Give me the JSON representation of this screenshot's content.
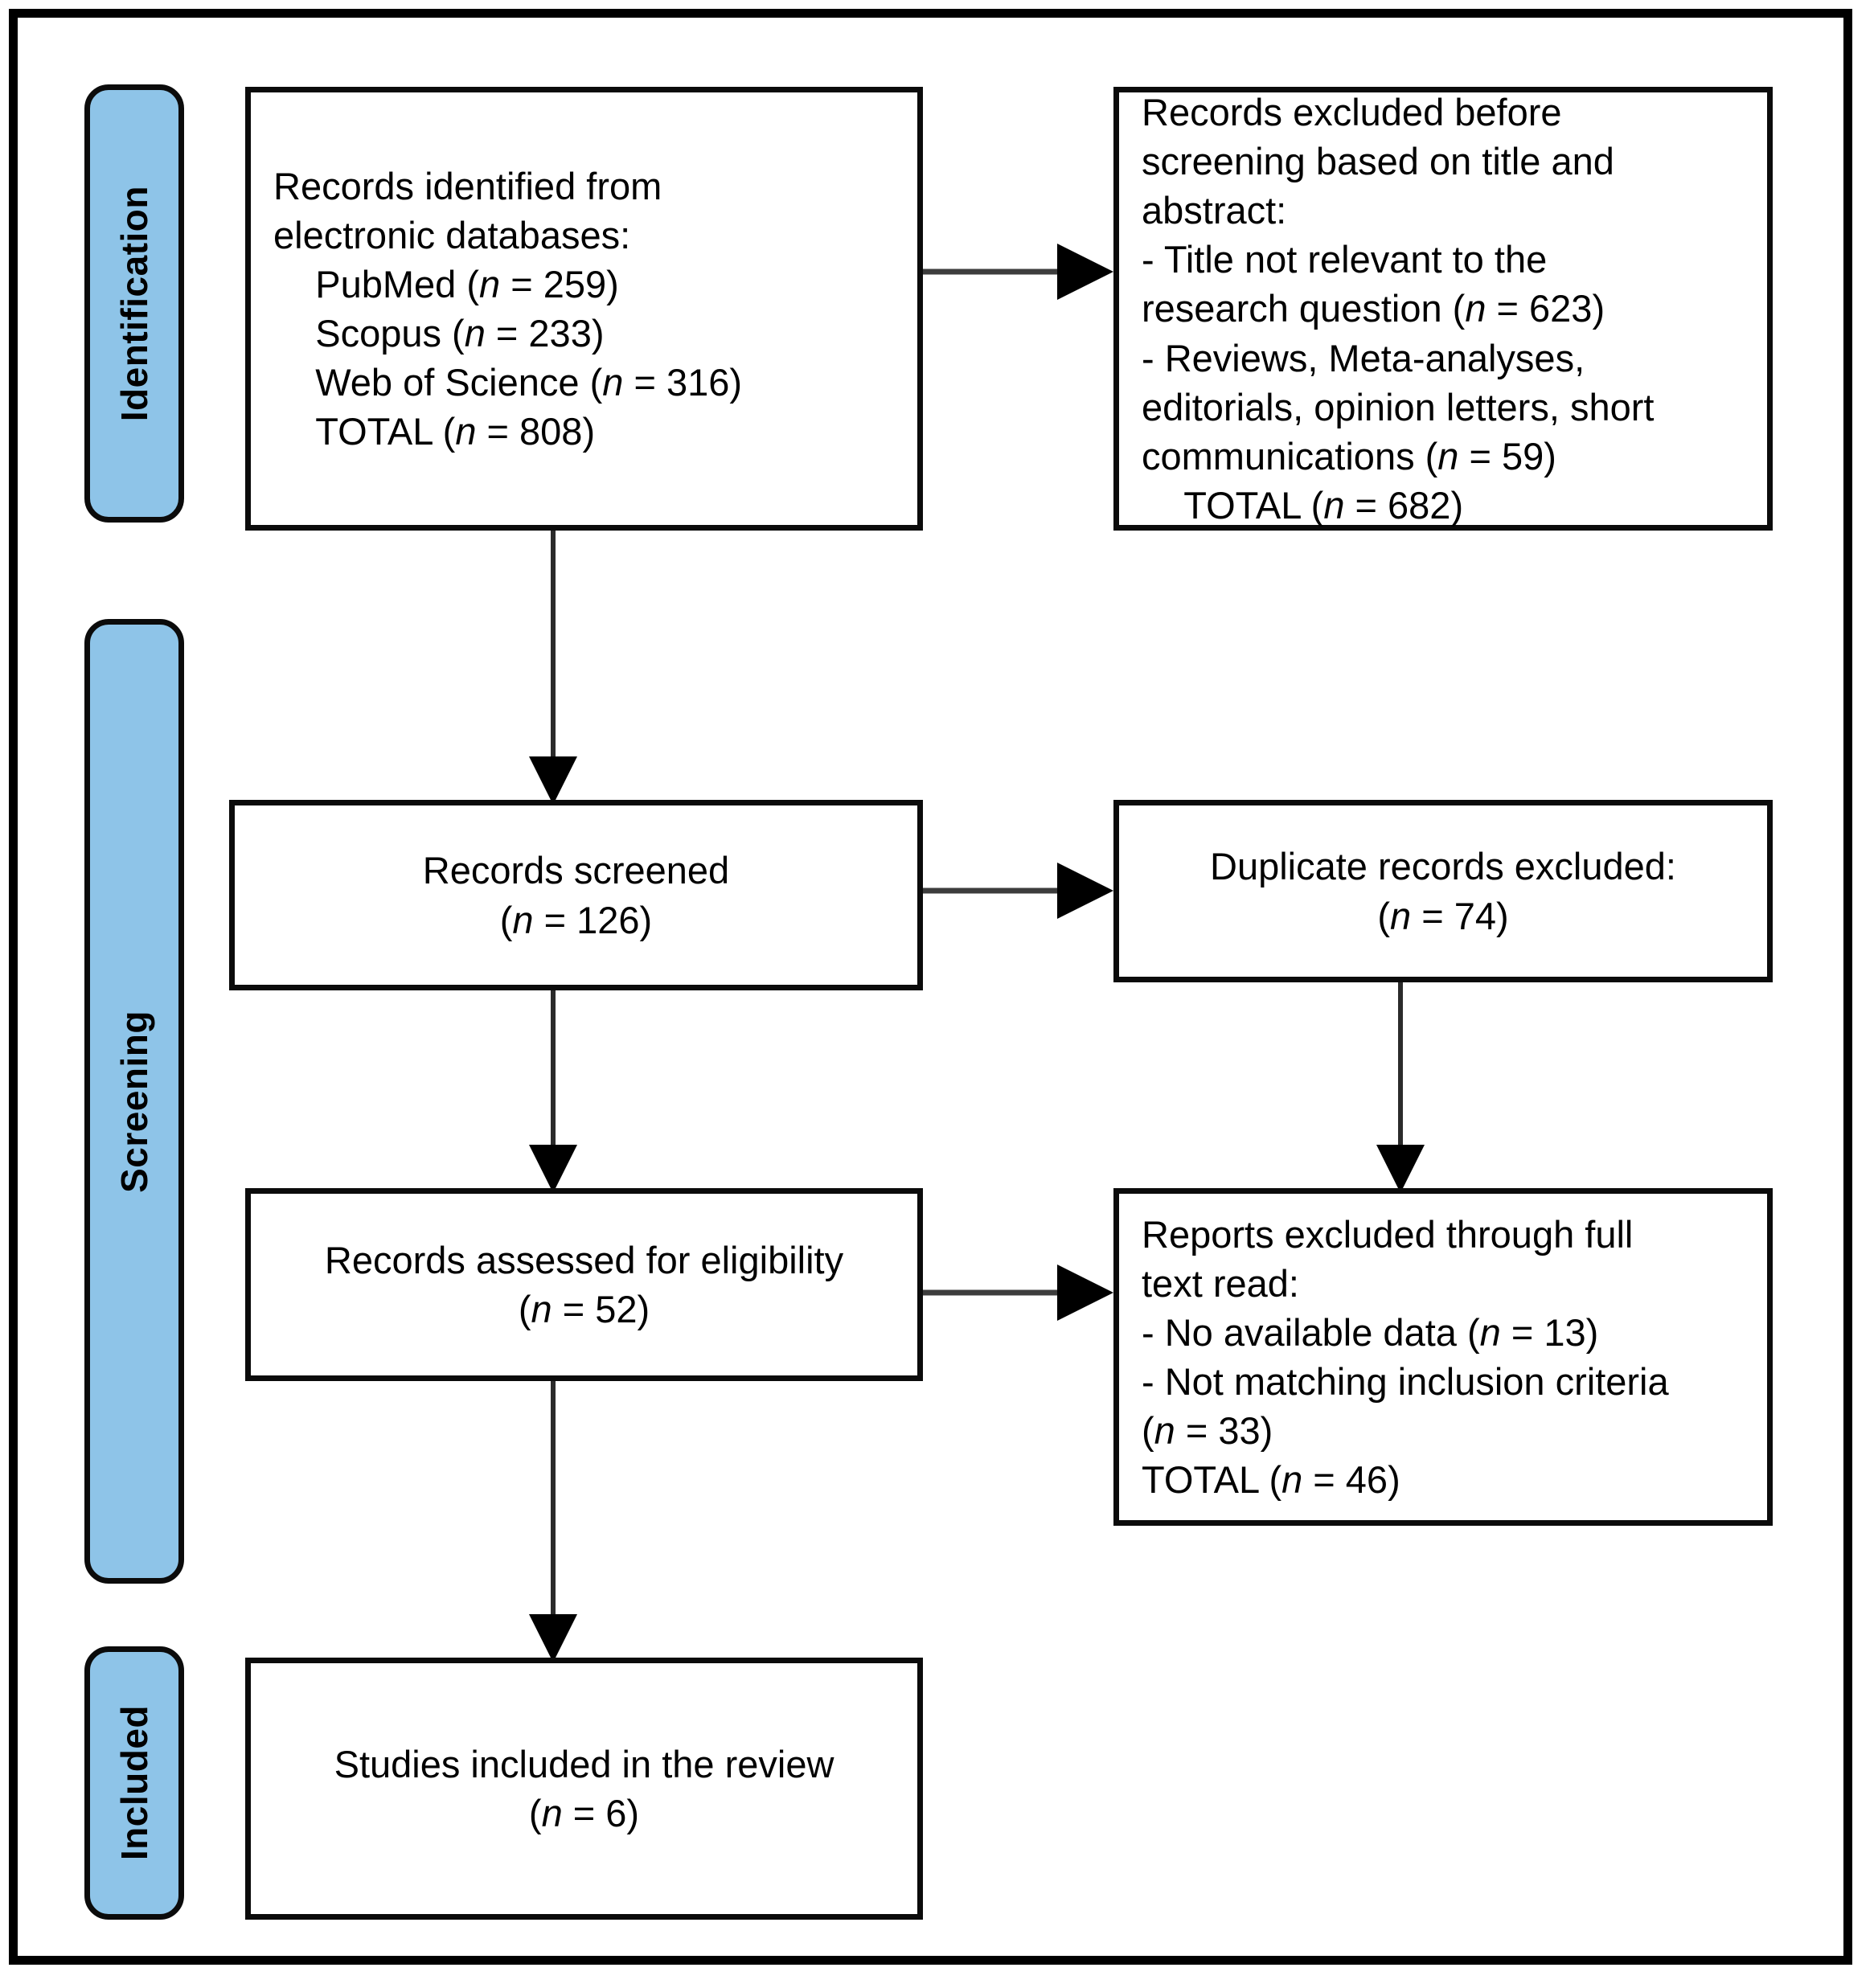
{
  "figure": {
    "kind": "prisma-flow-diagram",
    "colors": {
      "stage_fill": "#8EC4E8",
      "stage_border": "#0b0b0b",
      "box_border": "#0b0b0b",
      "box_fill": "#ffffff",
      "arrow": "#3d3d3d",
      "frame": "#000000"
    }
  },
  "stages": [
    {
      "id": "identification",
      "label": "Identification"
    },
    {
      "id": "screening",
      "label": "Screening"
    },
    {
      "id": "included",
      "label": "Included"
    }
  ],
  "boxes": {
    "identified": {
      "name": "records-identified",
      "lines": [
        {
          "text": "Records identified from"
        },
        {
          "text": "electronic databases:"
        },
        {
          "text": "    PubMed (",
          "italic_n": true,
          "tail": " = 259)"
        },
        {
          "text": "    Scopus (",
          "italic_n": true,
          "tail": " = 233)"
        },
        {
          "text": "    Web of Science (",
          "italic_n": true,
          "tail": " = 316)"
        },
        {
          "text": "    TOTAL (",
          "italic_n": true,
          "tail": " = 808)"
        }
      ],
      "plain": "Records identified from\nelectronic databases:\n    PubMed (n = 259)\n    Scopus (n = 233)\n    Web of Science (n = 316)\n    TOTAL (n = 808)"
    },
    "excluded_before": {
      "name": "records-excluded-before-screening",
      "plain": "Records excluded before\nscreening based on title and\nabstract:\n- Title not relevant to the\nresearch question (n = 623)\n- Reviews, Meta-analyses,\neditorials, opinion letters, short\ncommunications (n = 59)\n    TOTAL (n = 682)"
    },
    "screened": {
      "name": "records-screened",
      "plain": "Records screened\n(n = 126)"
    },
    "duplicates": {
      "name": "duplicate-records-excluded",
      "plain": "Duplicate records excluded:\n(n = 74)"
    },
    "eligibility": {
      "name": "records-assessed-for-eligibility",
      "plain": "Records assessed for eligibility\n(n = 52)"
    },
    "reports_excluded": {
      "name": "reports-excluded-full-text",
      "plain": "Reports excluded through full\ntext read:\n- No available data (n = 13)\n- Not matching inclusion criteria\n(n = 33)\nTOTAL (n = 46)"
    },
    "included_studies": {
      "name": "studies-included-in-review",
      "plain": "Studies included in the review\n(n = 6)"
    }
  },
  "chart_data": {
    "type": "diagram",
    "title": "PRISMA study selection flow diagram",
    "nodes": [
      {
        "id": "identified",
        "stage": "Identification",
        "label": "Records identified from electronic databases",
        "counts": {
          "PubMed": 259,
          "Scopus": 233,
          "Web of Science": 316,
          "TOTAL": 808
        }
      },
      {
        "id": "excluded_before",
        "stage": "Identification",
        "label": "Records excluded before screening based on title and abstract",
        "counts": {
          "Title not relevant to the research question": 623,
          "Reviews, Meta-analyses, editorials, opinion letters, short communications": 59,
          "TOTAL": 682
        }
      },
      {
        "id": "screened",
        "stage": "Screening",
        "label": "Records screened",
        "counts": {
          "n": 126
        }
      },
      {
        "id": "duplicates",
        "stage": "Screening",
        "label": "Duplicate records excluded",
        "counts": {
          "n": 74
        }
      },
      {
        "id": "eligibility",
        "stage": "Screening",
        "label": "Records assessed for eligibility",
        "counts": {
          "n": 52
        }
      },
      {
        "id": "reports_excluded",
        "stage": "Screening",
        "label": "Reports excluded through full text read",
        "counts": {
          "No available data": 13,
          "Not matching inclusion criteria": 33,
          "TOTAL": 46
        }
      },
      {
        "id": "included_studies",
        "stage": "Included",
        "label": "Studies included in the review",
        "counts": {
          "n": 6
        }
      }
    ],
    "edges": [
      {
        "from": "identified",
        "to": "excluded_before",
        "direction": "right"
      },
      {
        "from": "identified",
        "to": "screened",
        "direction": "down"
      },
      {
        "from": "screened",
        "to": "duplicates",
        "direction": "right"
      },
      {
        "from": "screened",
        "to": "eligibility",
        "direction": "down"
      },
      {
        "from": "duplicates",
        "to": "reports_excluded",
        "direction": "down"
      },
      {
        "from": "eligibility",
        "to": "reports_excluded",
        "direction": "right"
      },
      {
        "from": "eligibility",
        "to": "included_studies",
        "direction": "down"
      }
    ]
  }
}
